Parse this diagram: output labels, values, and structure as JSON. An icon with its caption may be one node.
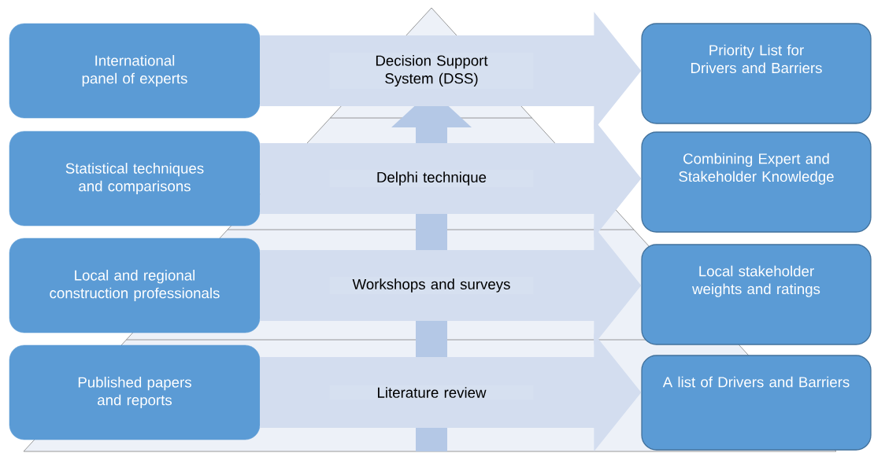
{
  "diagram": {
    "nodes": [
      {
        "text": [
          "International panel of experts"
        ]
      },
      {
        "text": [
          "Statistical techniques and comparisons"
        ]
      },
      {
        "text": [
          "Local and regional construction professionals"
        ]
      },
      {
        "text": [
          "Published papers and reports"
        ]
      },
      {
        "text": [
          "Priority List for Drivers and Barriers"
        ]
      },
      {
        "text": [
          "Combining Expert and Stakeholder Knowledge"
        ]
      },
      {
        "text": [
          "Local stakeholder weights and ratings"
        ]
      },
      {
        "text": [
          "A list of Drivers and Barriers"
        ]
      }
    ],
    "edges": [
      {
        "from": 0,
        "to": 4,
        "arrow": "to",
        "label": "Decision Support System (DSS)"
      },
      {
        "from": 1,
        "to": 5,
        "arrow": "to",
        "label": "Delphi technique"
      },
      {
        "from": 2,
        "to": 6,
        "arrow": "to",
        "label": "Workshops and surveys"
      },
      {
        "from": 3,
        "to": 7,
        "arrow": "to",
        "label": "Literature review"
      }
    ]
  }
}
